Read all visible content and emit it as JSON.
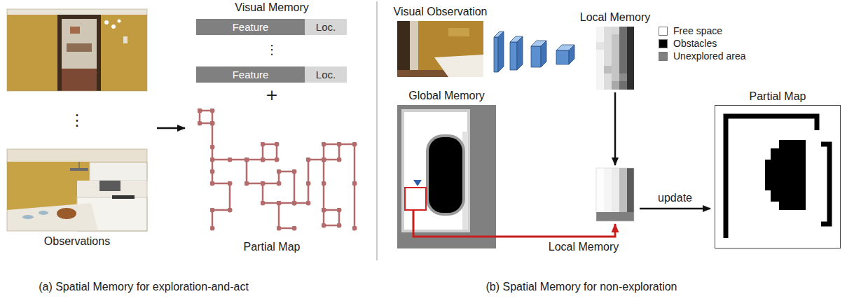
{
  "diagram": {
    "nodes": [
      {
        "text": [
          "Observations"
        ]
      },
      {
        "text": [
          "Visual Memory",
          "Partial Map"
        ]
      },
      {
        "text": [
          "Feature"
        ],
        "in": 1
      },
      {
        "text": [
          "Loc."
        ],
        "in": 1
      },
      {
        "text": [
          "Feature"
        ],
        "in": 1
      },
      {
        "text": [
          "Loc."
        ],
        "in": 1
      },
      {
        "text": [
          "Visual Observation"
        ]
      },
      {
        "text": [
          "Local Memory"
        ]
      },
      {
        "text": [
          "Global Memory"
        ]
      },
      {
        "text": [
          "Local Memory"
        ]
      },
      {
        "text": [
          "Partial Map"
        ]
      }
    ],
    "edges": [
      {
        "from": 0,
        "to": 1,
        "arrow": "to"
      },
      {
        "from": 7,
        "to": 9,
        "arrow": "to"
      },
      {
        "from": 8,
        "to": 9,
        "arrow": "to"
      },
      {
        "from": 9,
        "to": 10,
        "label": "update",
        "arrow": "to"
      }
    ],
    "labels": [
      "⋮",
      "⋮",
      "+",
      "(a) Spatial Memory for exploration-and-act",
      "(b) Spatial Memory for non-exploration"
    ],
    "legend": [
      {
        "text": "Free space",
        "color": "#ffffff"
      },
      {
        "text": "Obstacles",
        "color": "#000000"
      },
      {
        "text": "Unexplored area",
        "color": "#808080"
      }
    ]
  }
}
